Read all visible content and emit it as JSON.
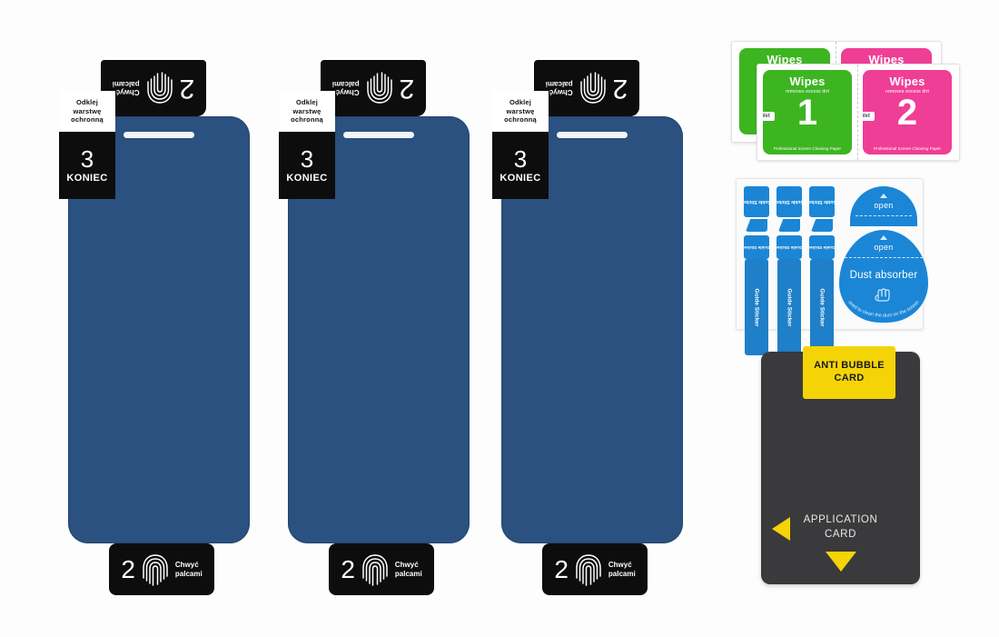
{
  "background_color": "#fdfdfd",
  "colors": {
    "protector_blue": "#2a517f",
    "tab_black": "#0d0d0d",
    "wipe_green": "#3cb521",
    "wipe_pink": "#ef3e96",
    "sticker_blue": "#1b86d6",
    "card_dark": "#3a3a3c",
    "card_yellow": "#f5d407"
  },
  "protectors": [
    {
      "top_tab": {
        "number": "2",
        "caption_line1": "Chwyć",
        "caption_line2": "palcami",
        "icon": "fingerprint-icon"
      },
      "peel_label": {
        "line1": "Odklej",
        "line2": "warstwę",
        "line3": "ochronną"
      },
      "left_tab": {
        "number": "3",
        "caption": "KONIEC"
      },
      "bottom_tab": {
        "number": "2",
        "caption_line1": "Chwyć",
        "caption_line2": "palcami",
        "icon": "fingerprint-icon"
      }
    },
    {
      "top_tab": {
        "number": "2",
        "caption_line1": "Chwyć",
        "caption_line2": "palcami",
        "icon": "fingerprint-icon"
      },
      "peel_label": {
        "line1": "Odklej",
        "line2": "warstwę",
        "line3": "ochronną"
      },
      "left_tab": {
        "number": "3",
        "caption": "KONIEC"
      },
      "bottom_tab": {
        "number": "2",
        "caption_line1": "Chwyć",
        "caption_line2": "palcami",
        "icon": "fingerprint-icon"
      }
    },
    {
      "top_tab": {
        "number": "2",
        "caption_line1": "Chwyć",
        "caption_line2": "palcami",
        "icon": "fingerprint-icon"
      },
      "peel_label": {
        "line1": "Odklej",
        "line2": "warstwę",
        "line3": "ochronną"
      },
      "left_tab": {
        "number": "3",
        "caption": "KONIEC"
      },
      "bottom_tab": {
        "number": "2",
        "caption_line1": "Chwyć",
        "caption_line2": "palcami",
        "icon": "fingerprint-icon"
      }
    }
  ],
  "wipes": {
    "items": [
      {
        "title": "Wipes",
        "subtitle": "removes excess dirt",
        "wet_label": "Wet",
        "number": "1",
        "footer": "Professional Screen Cleaning Paper",
        "color": "#3cb521"
      },
      {
        "title": "Wipes",
        "subtitle": "removes excess dirt",
        "wet_label": "Wet",
        "number": "2",
        "footer": "Professional Screen Cleaning Paper",
        "color": "#ef3e96"
      }
    ]
  },
  "guide_stickers": {
    "label": "Guide Sticker",
    "short_count": 3,
    "long_count": 3
  },
  "dust_absorbers": [
    {
      "open_label": "open",
      "name": "",
      "curve_text": ""
    },
    {
      "open_label": "open",
      "name": "Dust absorber",
      "curve_text": "used to clean the dust on the screen"
    }
  ],
  "application_card": {
    "anti_bubble_line1": "ANTI BUBBLE",
    "anti_bubble_line2": "CARD",
    "main_line1": "APPLICATION",
    "main_line2": "CARD",
    "left_arrow": "triangle-left-icon",
    "down_arrow": "triangle-down-icon"
  }
}
